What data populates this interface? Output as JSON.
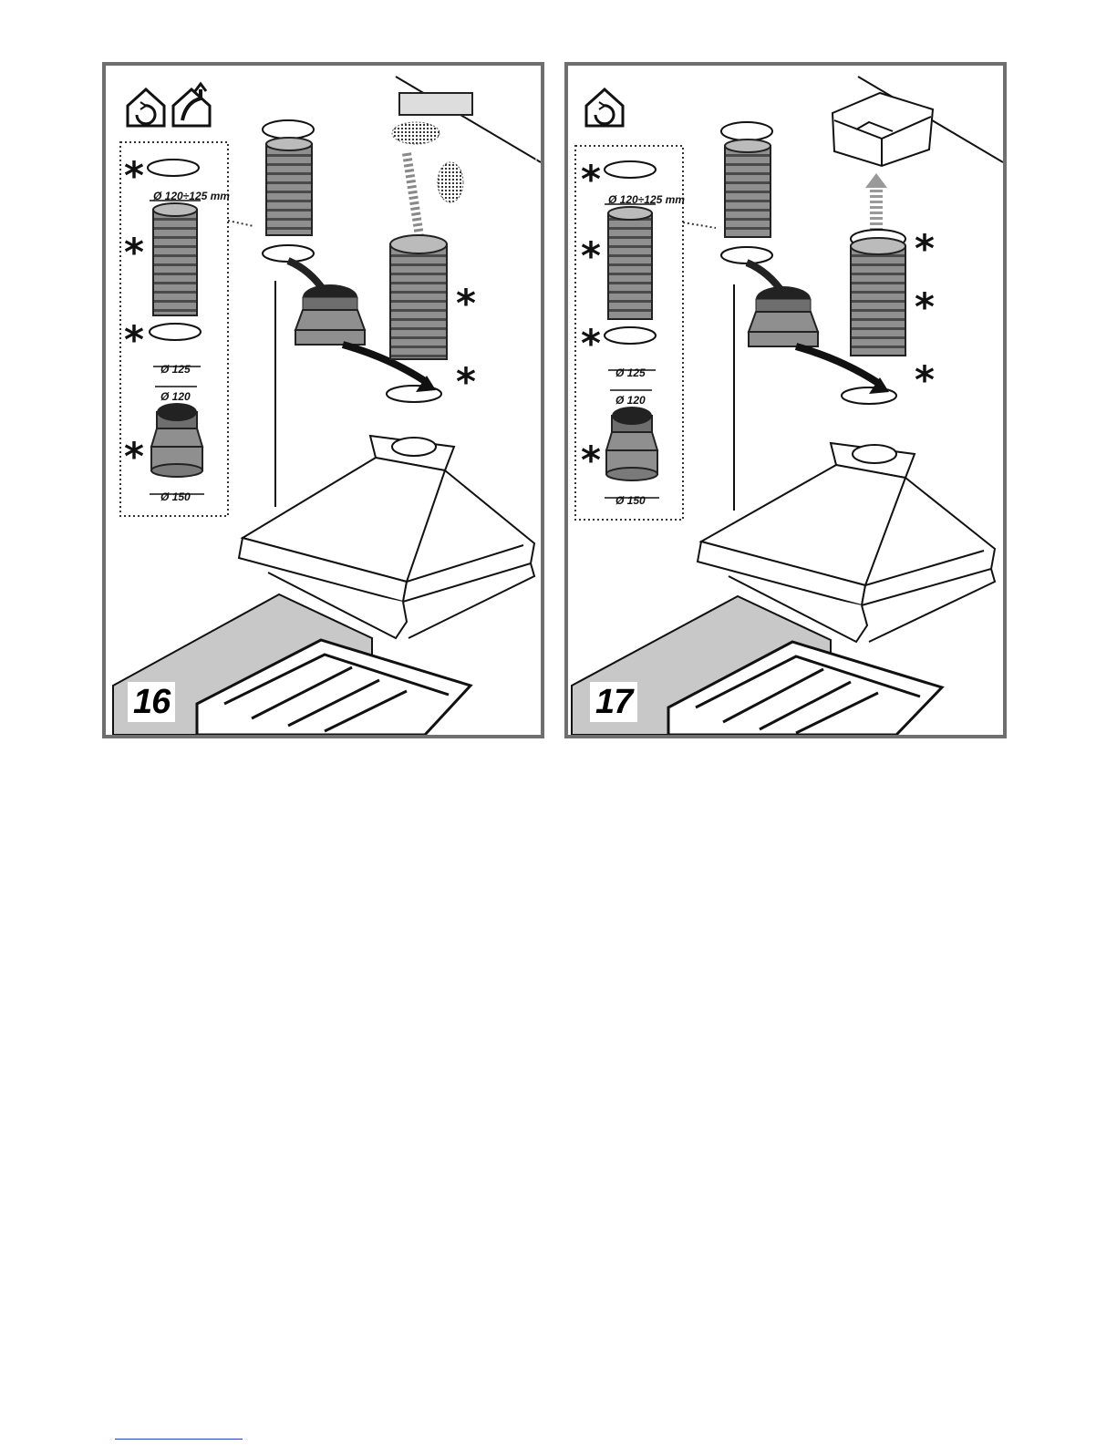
{
  "figures": [
    {
      "number": "16",
      "icons": [
        "recirculation-house-icon",
        "extraction-house-icon"
      ],
      "dimensions": {
        "hose_diameter": "Ø 120÷125 mm",
        "reducer_top": "Ø 125",
        "reducer_mid": "Ø 120",
        "reducer_bottom": "Ø 150"
      },
      "optional_mark": "*"
    },
    {
      "number": "17",
      "icons": [
        "recirculation-house-icon"
      ],
      "dimensions": {
        "hose_diameter": "Ø 120÷125 mm",
        "reducer_top": "Ø 125",
        "reducer_mid": "Ø 120",
        "reducer_bottom": "Ø 150"
      },
      "optional_mark": "*"
    }
  ],
  "colors": {
    "frame": "#6f6f6f",
    "duct_fill": "#8c8c8c",
    "duct_dark": "#3a3a3a",
    "worktop": "#c8c8c8",
    "footer_line": "#2b3cc7"
  }
}
